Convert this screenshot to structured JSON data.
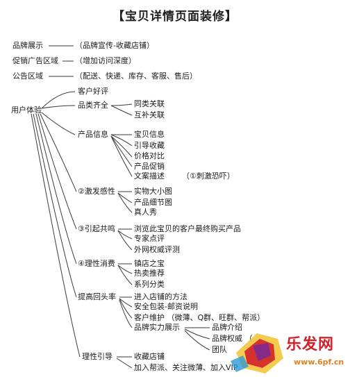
{
  "title": "【宝贝详情页面装修】",
  "nodes": {
    "brand": "品牌展示",
    "brand_note": "（品牌宣传-收藏店铺）",
    "promo": "促销广告区域",
    "promo_note": "（增加访问深度）",
    "notice": "公告区域",
    "notice_note": "（配送、快递、库存、客服、售后）",
    "ux": "用户体验",
    "reviews": "客户好评",
    "category": "品类齐全",
    "same_cat": "同类关联",
    "complement": "互补关联",
    "product_info": "产品信息",
    "pi_1": "宝贝信息",
    "pi_2": "引导收藏",
    "pi_3": "价格对比",
    "pi_4": "产品促销",
    "pi_5": "文案描述",
    "pi_note": "（①刺激恐吓）",
    "stim": "②激发感性",
    "stim_1": "实物大小图",
    "stim_2": "产品细节图",
    "stim_3": "真人秀",
    "reson": "③引起共鸣",
    "reson_1": "浏览此宝贝的客户最终购买产品",
    "reson_2": "专家点评",
    "reson_3": "外网权威评测",
    "rational": "④理性消费",
    "rat_1": "镇店之宝",
    "rat_2": "热卖推荐",
    "rat_3": "系列分类",
    "repeat": "提高回头率",
    "rep_1": "进入店铺的方法",
    "rep_2": "安全包装-邮资说明",
    "rep_3": "客户维护 （微薄、Q群、旺群、帮派）",
    "rep_4": "品牌实力展示",
    "bs_1": "品牌介绍",
    "bs_2": "品牌权威 （",
    "bs_3": "团队",
    "guide": "理性引导",
    "guide_1": "收藏店铺",
    "guide_2": "加入帮派、关注微薄、加入VIP"
  },
  "watermark": {
    "text": "乐发网",
    "url": "www.6pf.cn",
    "color_text": "#d4202a",
    "color_url": "#e08020"
  }
}
